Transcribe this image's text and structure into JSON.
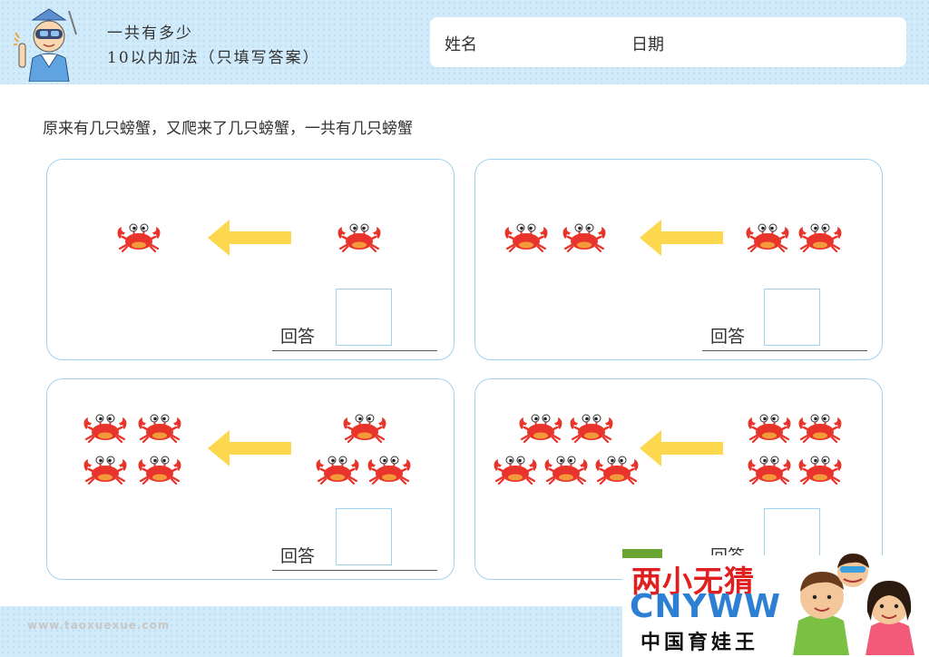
{
  "header": {
    "title": "一共有多少",
    "subtitle": "10以内加法（只填写答案）",
    "name_label": "姓名",
    "date_label": "日期"
  },
  "instruction": "原来有几只螃蟹，又爬来了几只螃蟹，一共有几只螃蟹",
  "panels": [
    {
      "left_count": 1,
      "right_count": 1,
      "answer_label": "回答"
    },
    {
      "left_count": 2,
      "right_count": 2,
      "answer_label": "回答"
    },
    {
      "left_count": 4,
      "right_count": 3,
      "answer_label": "回答"
    },
    {
      "left_count": 5,
      "right_count": 4,
      "answer_label": "回答"
    }
  ],
  "footer": {
    "url": "www.taoxuexue.com"
  },
  "watermark": {
    "line1": "两小无猜",
    "line2": "CNYWW",
    "line3": "中国育娃王"
  },
  "colors": {
    "crab": "#e8342b",
    "arrow": "#fdd84f",
    "panel_border": "#9fd2ee",
    "header_band": "#d2ebfa"
  },
  "icons": {
    "crab": "crab-icon",
    "arrow": "arrow-left-icon",
    "mascot": "mascot-icon"
  }
}
